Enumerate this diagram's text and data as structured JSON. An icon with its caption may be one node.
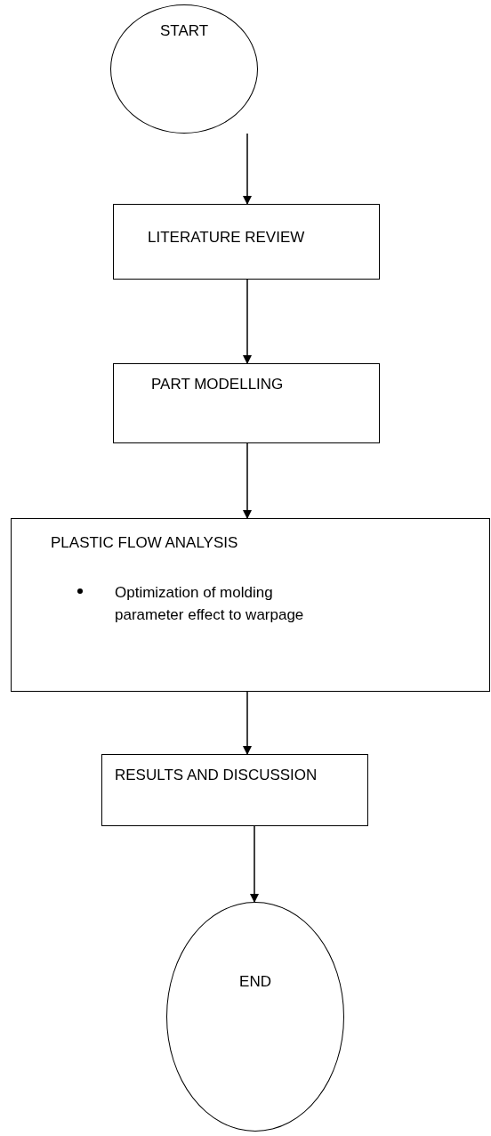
{
  "diagram": {
    "nodes": [
      {
        "text": [
          "START"
        ]
      },
      {
        "text": [
          "LITERATURE REVIEW"
        ]
      },
      {
        "text": [
          "PART MODELLING"
        ]
      },
      {
        "text": [
          "PLASTIC FLOW ANALYSIS",
          "Optimization of molding parameter effect to warpage"
        ]
      },
      {
        "text": [
          "RESULTS AND DISCUSSION"
        ]
      },
      {
        "text": [
          "END"
        ]
      }
    ],
    "edges": [
      {
        "from": 0,
        "to": 1,
        "arrow": "to"
      },
      {
        "from": 1,
        "to": 2,
        "arrow": "to"
      },
      {
        "from": 2,
        "to": 3,
        "arrow": "to"
      },
      {
        "from": 3,
        "to": 4,
        "arrow": "to"
      },
      {
        "from": 4,
        "to": 5,
        "arrow": "to"
      }
    ]
  }
}
